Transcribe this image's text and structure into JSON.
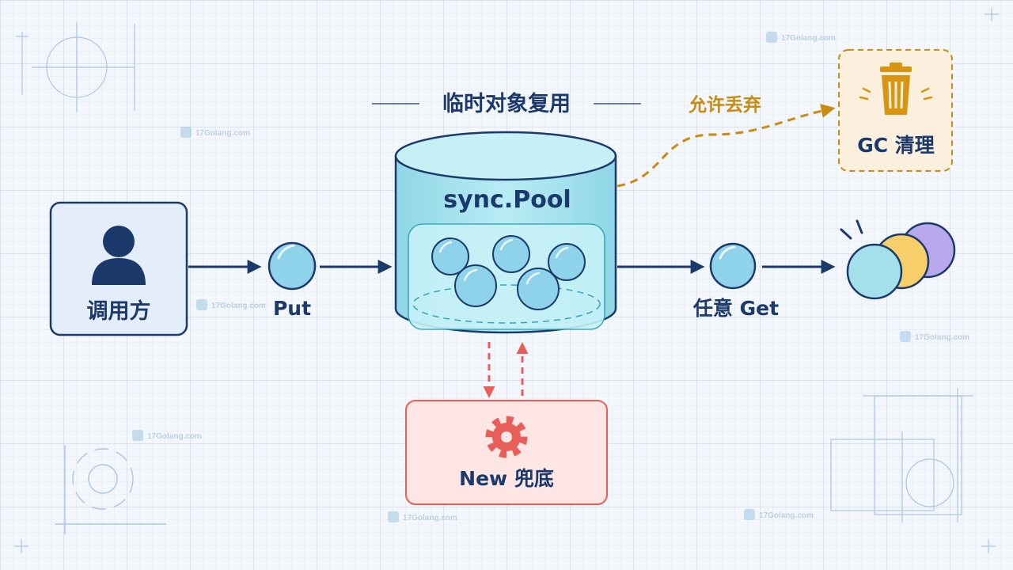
{
  "title": "临时对象复用",
  "caller": {
    "label": "调用方",
    "icon": "person-icon"
  },
  "put": {
    "label": "Put"
  },
  "pool": {
    "label": "sync.Pool"
  },
  "get": {
    "label": "任意 Get"
  },
  "gc": {
    "edge_label": "允许丢弃",
    "label": "GC 清理",
    "icon": "trash-icon"
  },
  "new_node": {
    "label": "New 兜底",
    "icon": "gear-icon"
  },
  "watermark": {
    "text": "17Golang.com"
  },
  "colors": {
    "navy": "#1b3a6b",
    "cyan_fill": "#a8e2ee",
    "cyan_stroke": "#2fa6bd",
    "ball": "#8fd3ea",
    "gold": "#c88b14",
    "red": "#e85f5a",
    "purple": "#b7a9ec",
    "yellow": "#f6cf6a"
  }
}
